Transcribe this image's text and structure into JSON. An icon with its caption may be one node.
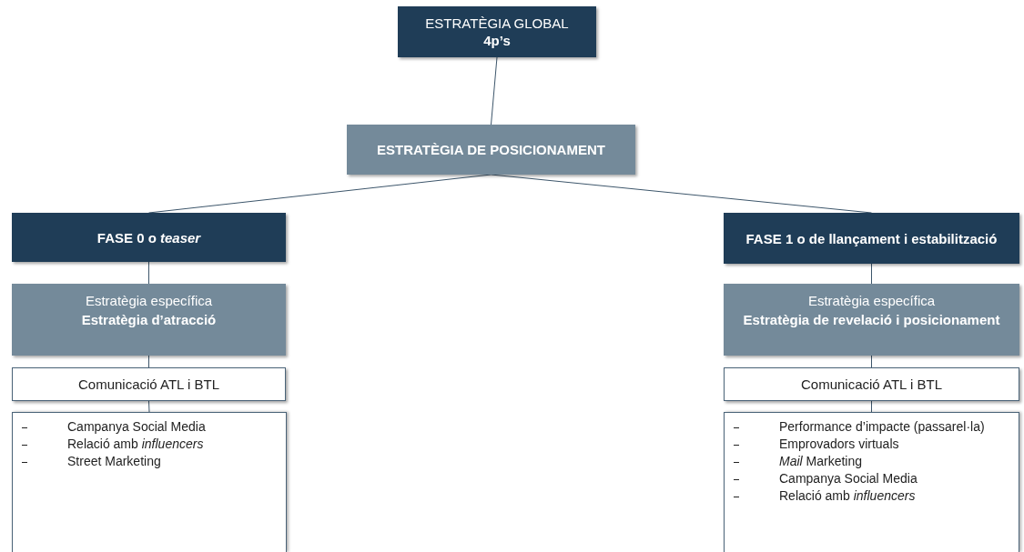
{
  "diagram": {
    "nodes": [
      {
        "text": [
          "ESTRATÈGIA GLOBAL",
          "4p’s"
        ]
      },
      {
        "text": [
          "ESTRATÈGIA DE POSICIONAMENT"
        ]
      },
      {
        "text": [
          "FASE 0 o *teaser*"
        ]
      },
      {
        "text": [
          "Estratègia específica",
          "Estratègia d’atracció"
        ]
      },
      {
        "text": [
          "Comunicació ATL i BTL"
        ]
      },
      {
        "text": [
          "Campanya Social Media",
          "Relació amb *influencers*",
          "Street Marketing"
        ]
      },
      {
        "text": [
          "FASE 1 o de llançament i estabilització"
        ]
      },
      {
        "text": [
          "Estratègia específica",
          "Estratègia de revelació i posicionament"
        ]
      },
      {
        "text": [
          "Comunicació ATL i BTL"
        ]
      },
      {
        "text": [
          "Performance d’impacte (passarel·la)",
          "Emprovadors virtuals",
          "*Mail* Marketing",
          "Campanya Social Media",
          "Relació amb *influencers*"
        ]
      }
    ],
    "edges": [
      {
        "from": 0,
        "to": 1,
        "arrow": "none"
      },
      {
        "from": 1,
        "to": 2,
        "arrow": "none"
      },
      {
        "from": 1,
        "to": 6,
        "arrow": "none"
      },
      {
        "from": 2,
        "to": 3,
        "arrow": "none"
      },
      {
        "from": 3,
        "to": 4,
        "arrow": "none"
      },
      {
        "from": 4,
        "to": 5,
        "arrow": "none"
      },
      {
        "from": 6,
        "to": 7,
        "arrow": "none"
      },
      {
        "from": 7,
        "to": 8,
        "arrow": "none"
      },
      {
        "from": 8,
        "to": 9,
        "arrow": "none"
      }
    ]
  }
}
